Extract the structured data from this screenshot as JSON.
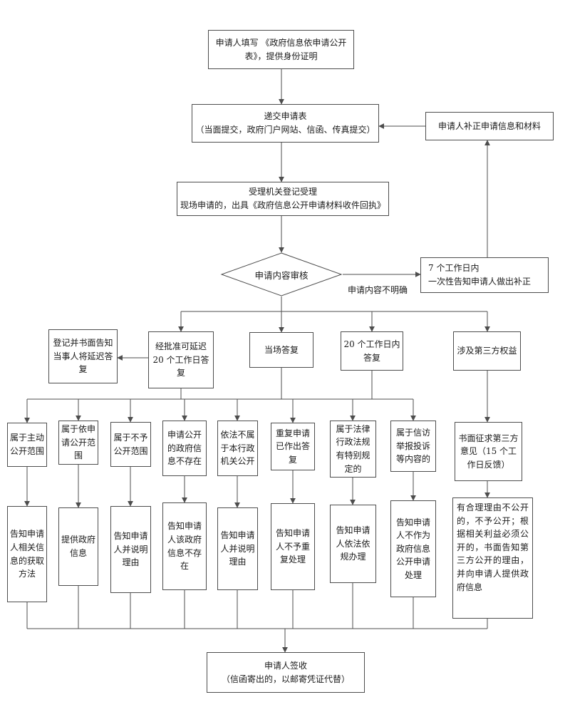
{
  "colors": {
    "line": "#4d4d4d",
    "background": "#ffffff",
    "text": "#1a1a1a"
  },
  "nodes": {
    "fill_form": {
      "label": "申请人填写 《政府信息依申请公开表》，提供身份证明"
    },
    "submit_form": {
      "title": "递交申请表",
      "subtitle": "（当面提交，政府门户网站、信函、传真提交）"
    },
    "supplement": {
      "label": "申请人补正申请信息和材料"
    },
    "register": {
      "title": "受理机关登记受理",
      "subtitle": "现场申请的，出具《政府信息公开申请材料收件回执》"
    },
    "review": {
      "label": "申请内容审核"
    },
    "notify_7days": {
      "title": "7 个工作日内",
      "subtitle": "一次性告知申请人做出补正"
    },
    "delay_notice": {
      "label": "登记并书面告知当事人将延迟答复"
    },
    "delay_approved": {
      "label": "经批准可延迟 20 个工作日答复"
    },
    "onsite_reply": {
      "label": "当场答复"
    },
    "reply_20days": {
      "label": "20 个工作日内答复"
    },
    "third_party": {
      "label": "涉及第三方权益"
    },
    "cat_proactive": {
      "label": "属于主动公开范围"
    },
    "cat_on_request": {
      "label": "属于依申请公开范围"
    },
    "cat_no_disclose": {
      "label": "属于不予公开范围"
    },
    "cat_not_exist": {
      "label": "申请公开的政府信息不存在"
    },
    "cat_other_agency": {
      "label": "依法不属于本行政机关公开"
    },
    "cat_repeat": {
      "label": "重复申请已作出答复"
    },
    "cat_special_law": {
      "label": "属于法律行政法规有特别规定的"
    },
    "cat_petition": {
      "label": "属于信访举报投诉等内容的"
    },
    "seek_third_party": {
      "label": "书面征求第三方意见（15 个工作日反馈）"
    },
    "act_obtain_method": {
      "label": "告知申请人相关信息的获取方法"
    },
    "act_provide": {
      "label": "提供政府信息"
    },
    "act_reason_1": {
      "label": "告知申请人并说明理由"
    },
    "act_not_exist": {
      "label": "告知申请人该政府信息不存在"
    },
    "act_reason_2": {
      "label": "告知申请人并说明理由"
    },
    "act_no_repeat": {
      "label": "告知申请人不予重复处理"
    },
    "act_by_law": {
      "label": "告知申请人依法依规办理"
    },
    "act_not_foi": {
      "label": "告知申请人不作为政府信息公开申请处理"
    },
    "act_third_party": {
      "label": "有合理理由不公开的，不予公开；根据相关利益必须公开的，书面告知第三方公开的理由，并向申请人提供政府信息"
    },
    "sign": {
      "title": "申请人签收",
      "subtitle": "（信函寄出的，以邮寄凭证代替）"
    }
  },
  "edge_labels": {
    "content_unclear": "申请内容不明确"
  }
}
